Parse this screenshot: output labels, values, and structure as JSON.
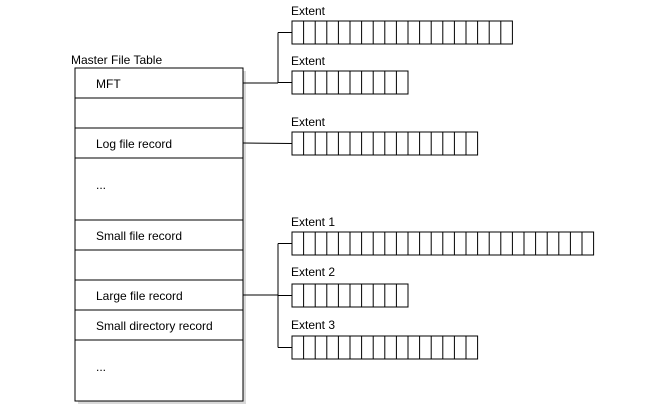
{
  "table": {
    "title": "Master File Table",
    "rows": [
      "MFT",
      "",
      "Log file record",
      "...",
      "Small file record",
      "",
      "Large file record",
      "Small directory record",
      "..."
    ]
  },
  "extents": [
    {
      "label": "Extent",
      "cells": 19,
      "row": 0
    },
    {
      "label": "Extent",
      "cells": 10,
      "row": 0
    },
    {
      "label": "Extent",
      "cells": 16,
      "row": 2
    },
    {
      "label": "Extent 1",
      "cells": 26,
      "row": 6
    },
    {
      "label": "Extent 2",
      "cells": 10,
      "row": 6
    },
    {
      "label": "Extent 3",
      "cells": 16,
      "row": 6
    }
  ]
}
